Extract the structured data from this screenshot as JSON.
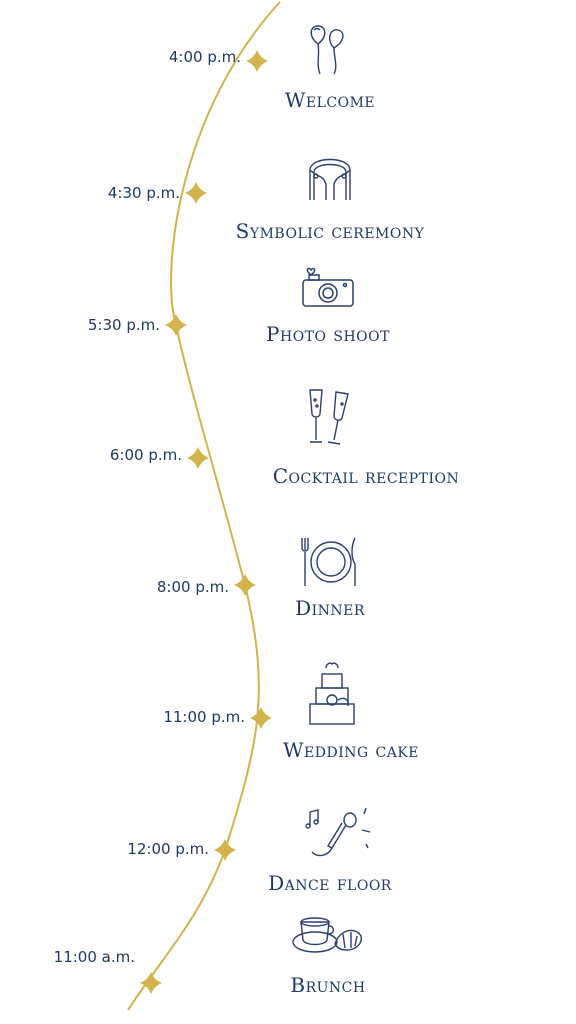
{
  "colors": {
    "accent": "#d4b24c",
    "text": "#1f3a68"
  },
  "events": [
    {
      "time": "4:00 p.m.",
      "label": "Welcome",
      "icon": "balloons-icon"
    },
    {
      "time": "4:30 p.m.",
      "label": "Symbolic ceremony",
      "icon": "arch-icon"
    },
    {
      "time": "5:30 p.m.",
      "label": "Photo shoot",
      "icon": "camera-icon"
    },
    {
      "time": "6:00 p.m.",
      "label": "Cocktail reception",
      "icon": "champagne-glasses-icon"
    },
    {
      "time": "8:00 p.m.",
      "label": "Dinner",
      "icon": "plate-cutlery-icon"
    },
    {
      "time": "11:00 p.m.",
      "label": "Wedding cake",
      "icon": "cake-icon"
    },
    {
      "time": "12:00 p.m.",
      "label": "Dance floor",
      "icon": "microphone-music-icon"
    },
    {
      "time": "11:00 a.m.",
      "label": "Brunch",
      "icon": "coffee-croissant-icon"
    }
  ]
}
